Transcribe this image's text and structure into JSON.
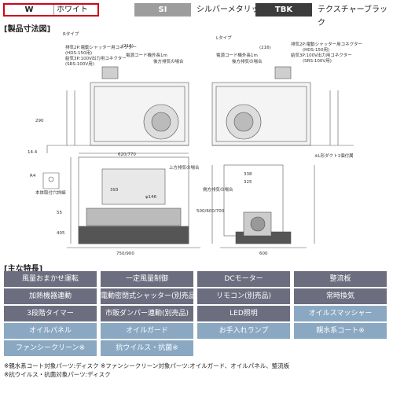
{
  "colors": {
    "white": {
      "code": "W",
      "name": "ホワイト"
    },
    "silver": {
      "code": "SI",
      "name": "シルバーメタリック"
    },
    "black": {
      "code": "TBK",
      "name": "テクスチャーブラック"
    }
  },
  "dimensions_title": "[製品寸法図]",
  "drawing": {
    "r_type": "Rタイプ",
    "l_type": "Lタイプ",
    "exhaust_connector": "排気2P:電動シャッター用コネクター",
    "hds": "(HDS-150用)",
    "supply_connector": "給気3P:100V出力用コネクター",
    "srs": "(SRS-100V用)",
    "power_cord": "電源コード機外長1m",
    "rear_exhaust": "後方排気の場合",
    "side_exhaust": "側方排気の場合",
    "up_exhaust": "上方排気の場合",
    "mount_hole": "本体取付穴詳細",
    "l_duct": "※L形ダクト1個付属",
    "dim_216": "(216)",
    "dim_620": "620/770",
    "dim_750": "750/900",
    "dim_600": "600",
    "dim_338": "338",
    "dim_325": "325",
    "dim_393": "393",
    "dim_146": "φ146",
    "dim_405": "405",
    "dim_r4": "R4",
    "dim_55": "55",
    "dim_14": "14.4",
    "dim_290": "290",
    "dim_500": "500/600/700"
  },
  "features_title": "[主な特長]",
  "features": [
    [
      {
        "label": "風量おまかせ運転",
        "tone": "dark"
      },
      {
        "label": "一定風量制御",
        "tone": "dark"
      },
      {
        "label": "DCモーター",
        "tone": "dark"
      },
      {
        "label": "整流板",
        "tone": "dark"
      }
    ],
    [
      {
        "label": "加熱機器連動",
        "tone": "dark"
      },
      {
        "label": "電動密閉式シャッター(別売品)",
        "tone": "dark"
      },
      {
        "label": "リモコン(別売品)",
        "tone": "dark"
      },
      {
        "label": "常時換気",
        "tone": "dark"
      }
    ],
    [
      {
        "label": "3段階タイマー",
        "tone": "dark"
      },
      {
        "label": "市販ダンパー連動(別売品)",
        "tone": "dark"
      },
      {
        "label": "LED照明",
        "tone": "dark"
      },
      {
        "label": "オイルスマッシャー",
        "tone": "light"
      }
    ],
    [
      {
        "label": "オイルパネル",
        "tone": "light"
      },
      {
        "label": "オイルガード",
        "tone": "light"
      },
      {
        "label": "お手入れランプ",
        "tone": "light"
      },
      {
        "label": "親水系コート※",
        "tone": "light"
      }
    ],
    [
      {
        "label": "ファンシークリーン※",
        "tone": "light"
      },
      {
        "label": "抗ウイルス・抗菌※",
        "tone": "light"
      }
    ]
  ],
  "notes": [
    "※親水系コート対象パーツ:ディスク ※ファンシークリーン対象パーツ:オイルガード、オイルパネル、整流板",
    "※抗ウイルス・抗菌対象パーツ:ディスク"
  ]
}
